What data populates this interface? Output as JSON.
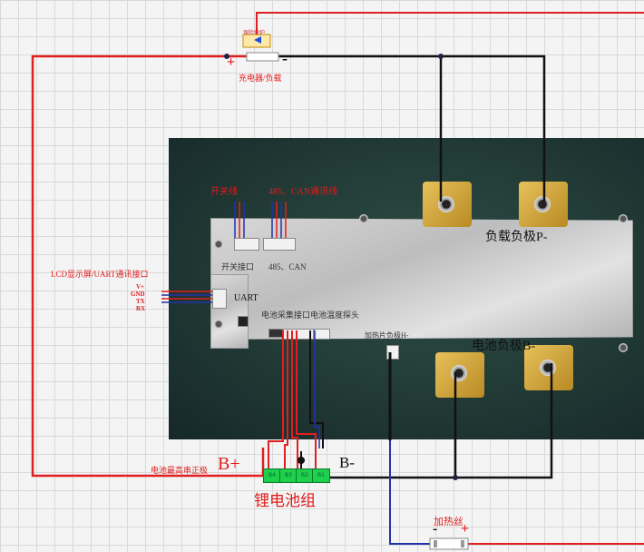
{
  "labels": {
    "top_plus": "+",
    "top_minus": "-",
    "charger_load": "充电器/负载",
    "fuse_text": "保险保护",
    "switch_label": "开关线",
    "can_label": "485、CAN通讯线",
    "switch_port": "开关接口",
    "port_485_can": "485、CAN",
    "load_neg": "负载负极P-",
    "battery_neg": "电池负极B-",
    "uart_title": "LCD显示屏/UART通讯接口",
    "uart_pins": [
      "V+",
      "GND",
      "TX",
      "RX"
    ],
    "uart_port": "UART",
    "sample_port": "电池采集接口",
    "temp_probe": "电池温度探头",
    "heater_neg": "加热片负极H-",
    "b_plus_desc": "电池最高串正极",
    "b_plus": "B+",
    "b_minus": "B-",
    "pack": "锂电池组",
    "heater": "加热丝",
    "heater_minus": "-",
    "heater_plus": "+",
    "cells": [
      "B4",
      "B3",
      "B2",
      "B1"
    ]
  },
  "colors": {
    "red_wire": "#e02020",
    "black_wire": "#111111",
    "blue_wire": "#2233aa",
    "label_red": "#e21b1b",
    "cell_green": "#1fd04c"
  }
}
